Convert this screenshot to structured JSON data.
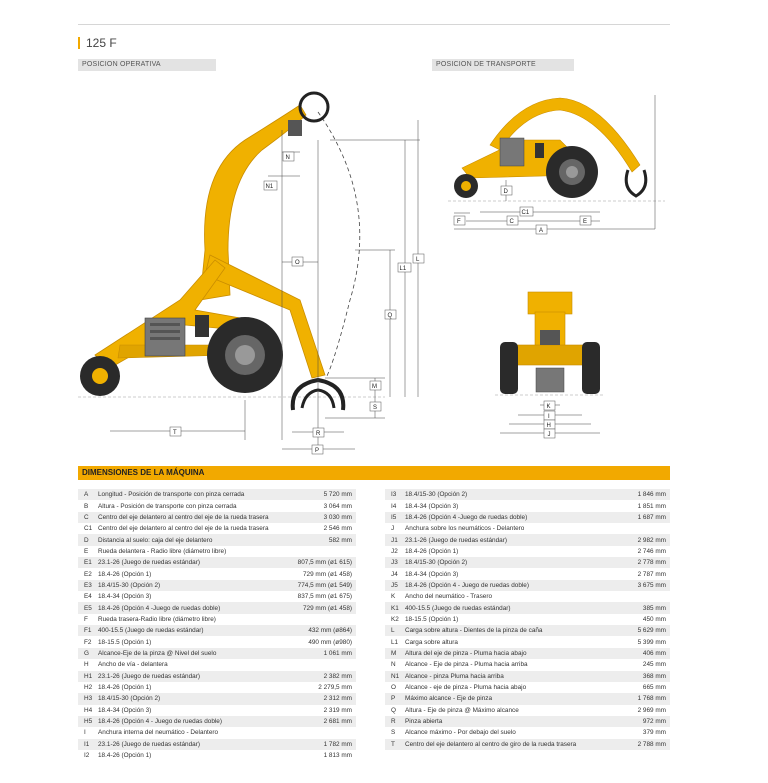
{
  "header": {
    "model": "125 F"
  },
  "sections": {
    "operative": "POSICION OPERATIVA",
    "transport": "POSICION DE TRANSPORTE"
  },
  "diagram_labels": {
    "operative": [
      "N",
      "N1",
      "O",
      "L1",
      "L",
      "Q",
      "M",
      "S",
      "R",
      "T",
      "P"
    ],
    "transport": [
      "D",
      "F",
      "C",
      "C1",
      "E",
      "A"
    ],
    "front": [
      "K",
      "I",
      "H",
      "J"
    ]
  },
  "colors": {
    "accent": "#f2a900",
    "machine": "#f0b100",
    "machine_dark": "#c98d00",
    "tire": "#2a2a2a",
    "row_shade": "#ededed"
  },
  "dimensions": {
    "title": "DIMENSIONES DE LA MÁQUINA",
    "left": [
      {
        "code": "A",
        "desc": "Longitud - Posición de transporte con pinza cerrada",
        "value": "5 720 mm"
      },
      {
        "code": "B",
        "desc": "Altura - Posición de transporte con pinza cerrada",
        "value": "3 064 mm"
      },
      {
        "code": "C",
        "desc": "Centro del eje delantero al centro del eje de la rueda trasera",
        "value": "3 030 mm"
      },
      {
        "code": "C1",
        "desc": "Centro del eje delantero al centro del eje de la rueda trasera",
        "value": "2 546 mm"
      },
      {
        "code": "D",
        "desc": "Distancia al suelo: caja del eje delantero",
        "value": "582 mm"
      },
      {
        "code": "E",
        "desc": "Rueda delantera - Radio libre (diámetro libre)",
        "value": ""
      },
      {
        "code": "E1",
        "desc": "23.1-26 (Juego de ruedas estándar)",
        "value": "807,5 mm (ø1 615)"
      },
      {
        "code": "E2",
        "desc": "18.4-26 (Opción 1)",
        "value": "729 mm (ø1 458)"
      },
      {
        "code": "E3",
        "desc": "18.4/15-30 (Opción 2)",
        "value": "774,5 mm (ø1 549)"
      },
      {
        "code": "E4",
        "desc": "18.4-34 (Opción 3)",
        "value": "837,5 mm (ø1 675)"
      },
      {
        "code": "E5",
        "desc": "18.4-26 (Opción 4 -Juego de ruedas doble)",
        "value": "729 mm (ø1 458)"
      },
      {
        "code": "F",
        "desc": "Rueda trasera-Radio libre (diámetro libre)",
        "value": ""
      },
      {
        "code": "F1",
        "desc": "400-15.5 (Juego de ruedas estándar)",
        "value": "432 mm (ø864)"
      },
      {
        "code": "F2",
        "desc": "18-15.5 (Opción 1)",
        "value": "490 mm (ø980)"
      },
      {
        "code": "G",
        "desc": "Alcance-Eje de la pinza @ Nivel del suelo",
        "value": "1 061 mm"
      },
      {
        "code": "H",
        "desc": "Ancho de vía - delantera",
        "value": ""
      },
      {
        "code": "H1",
        "desc": "23.1-26 (Juego de ruedas estándar)",
        "value": "2 382 mm"
      },
      {
        "code": "H2",
        "desc": "18.4-26 (Opción 1)",
        "value": "2 279,5 mm"
      },
      {
        "code": "H3",
        "desc": "18.4/15-30 (Opción 2)",
        "value": "2 312 mm"
      },
      {
        "code": "H4",
        "desc": "18.4-34 (Opción 3)",
        "value": "2 319 mm"
      },
      {
        "code": "H5",
        "desc": "18.4-26 (Opción 4 - Juego de ruedas doble)",
        "value": "2 681 mm"
      },
      {
        "code": "I",
        "desc": "Anchura interna del neumático - Delantero",
        "value": ""
      },
      {
        "code": "I1",
        "desc": "23.1-26 (Juego de ruedas estándar)",
        "value": "1 782 mm"
      },
      {
        "code": "I2",
        "desc": "18.4-26 (Opción 1)",
        "value": "1 813 mm"
      }
    ],
    "right": [
      {
        "code": "I3",
        "desc": "18.4/15-30 (Opción 2)",
        "value": "1 846 mm"
      },
      {
        "code": "I4",
        "desc": "18.4-34 (Opción 3)",
        "value": "1 851 mm"
      },
      {
        "code": "I5",
        "desc": "18.4-26 (Opción 4 -Juego de ruedas doble)",
        "value": "1 687 mm"
      },
      {
        "code": "J",
        "desc": "Anchura sobre los neumáticos - Delantero",
        "value": ""
      },
      {
        "code": "J1",
        "desc": "23.1-26 (Juego de ruedas estándar)",
        "value": "2 982 mm"
      },
      {
        "code": "J2",
        "desc": "18.4-26 (Opción 1)",
        "value": "2 746 mm"
      },
      {
        "code": "J3",
        "desc": "18.4/15-30 (Opción 2)",
        "value": "2 778 mm"
      },
      {
        "code": "J4",
        "desc": "18.4-34 (Opción 3)",
        "value": "2 787 mm"
      },
      {
        "code": "J5",
        "desc": "18.4-26 (Opción 4 - Juego de ruedas doble)",
        "value": "3 675 mm"
      },
      {
        "code": "K",
        "desc": "Ancho del neumático - Trasero",
        "value": ""
      },
      {
        "code": "K1",
        "desc": "400-15.5 (Juego de ruedas estándar)",
        "value": "385 mm"
      },
      {
        "code": "K2",
        "desc": "18-15.5 (Opción 1)",
        "value": "450 mm"
      },
      {
        "code": "L",
        "desc": "Carga sobre altura - Dientes de la pinza de caña",
        "value": "5 629 mm"
      },
      {
        "code": "L1",
        "desc": "Carga sobre altura",
        "value": "5 399 mm"
      },
      {
        "code": "M",
        "desc": "Altura del eje de pinza - Pluma hacia abajo",
        "value": "406 mm"
      },
      {
        "code": "N",
        "desc": "Alcance - Eje de pinza - Pluma hacia arriba",
        "value": "245 mm"
      },
      {
        "code": "N1",
        "desc": "Alcance - pinza Pluma hacia arriba",
        "value": "368 mm"
      },
      {
        "code": "O",
        "desc": "Alcance - eje de pinza - Pluma hacia abajo",
        "value": "665 mm"
      },
      {
        "code": "P",
        "desc": "Máximo alcance - Eje de pinza",
        "value": "1 768 mm"
      },
      {
        "code": "Q",
        "desc": "Altura - Eje de pinza @ Máximo alcance",
        "value": "2 969 mm"
      },
      {
        "code": "R",
        "desc": "Pinza abierta",
        "value": "972 mm"
      },
      {
        "code": "S",
        "desc": "Alcance máximo - Por debajo del suelo",
        "value": "379 mm"
      },
      {
        "code": "T",
        "desc": "Centro del eje delantero al centro de giro de la rueda trasera",
        "value": "2 788 mm"
      }
    ]
  }
}
